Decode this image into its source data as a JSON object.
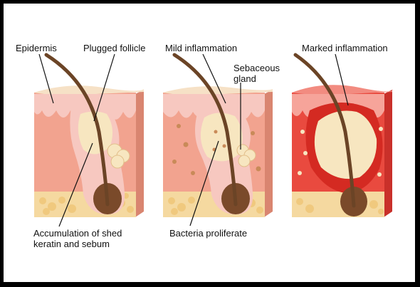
{
  "labels": {
    "epidermis": "Epidermis",
    "plugged_follicle": "Plugged follicle",
    "mild_inflammation": "Mild inflammation",
    "sebaceous_gland": "Sebaceous\ngland",
    "marked_inflammation": "Marked inflammation",
    "accumulation": "Accumulation of shed\nkeratin and sebum",
    "bacteria": "Bacteria proliferate"
  },
  "colors": {
    "frame": "#000000",
    "dermis": "#f2a38f",
    "epidermis": "#f7c8c0",
    "fat": "#f5d9a0",
    "plug": "#f7e6c0",
    "hair": "#6b4426",
    "inflamed": "#e0352c"
  }
}
